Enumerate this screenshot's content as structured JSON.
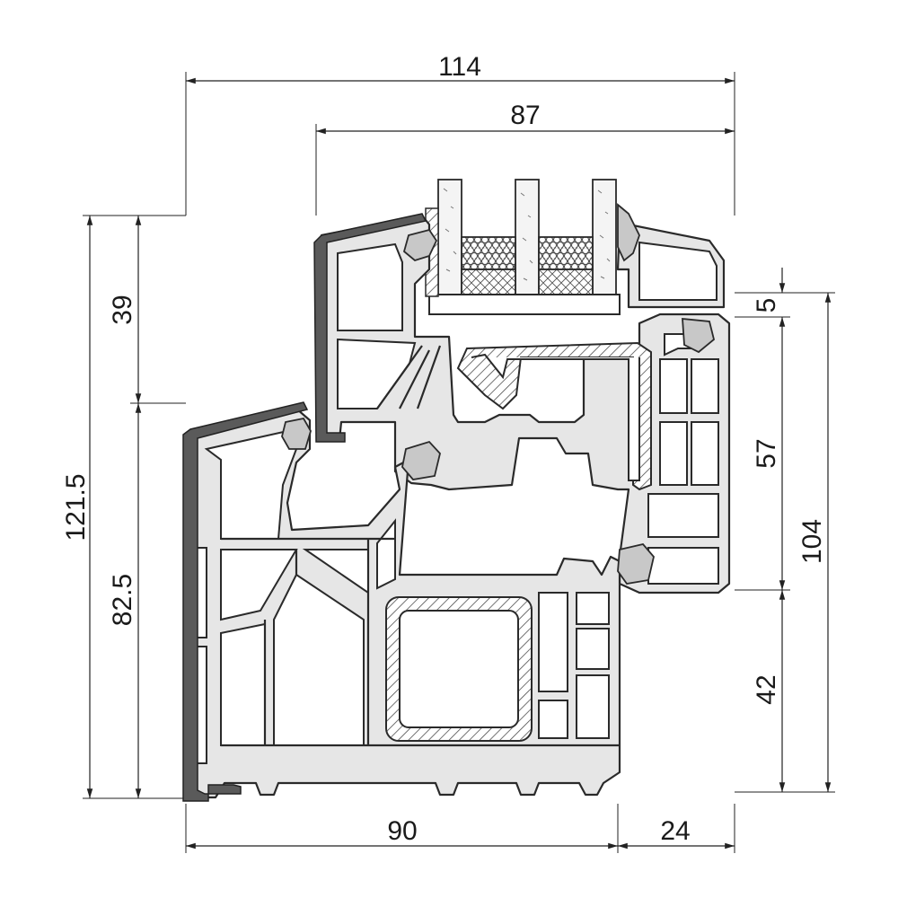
{
  "dimensions": {
    "overall_width": "114",
    "sash_width": "87",
    "sash_height": "39",
    "total_height": "121.5",
    "frame_height": "82.5",
    "offset_top": "5",
    "middle_height": "57",
    "right_height": "104",
    "bottom_right": "42",
    "frame_width": "90",
    "projection": "24"
  },
  "colors": {
    "profile_fill": "#e6e6e6",
    "outline": "#2a2a2a",
    "background": "#ffffff"
  }
}
